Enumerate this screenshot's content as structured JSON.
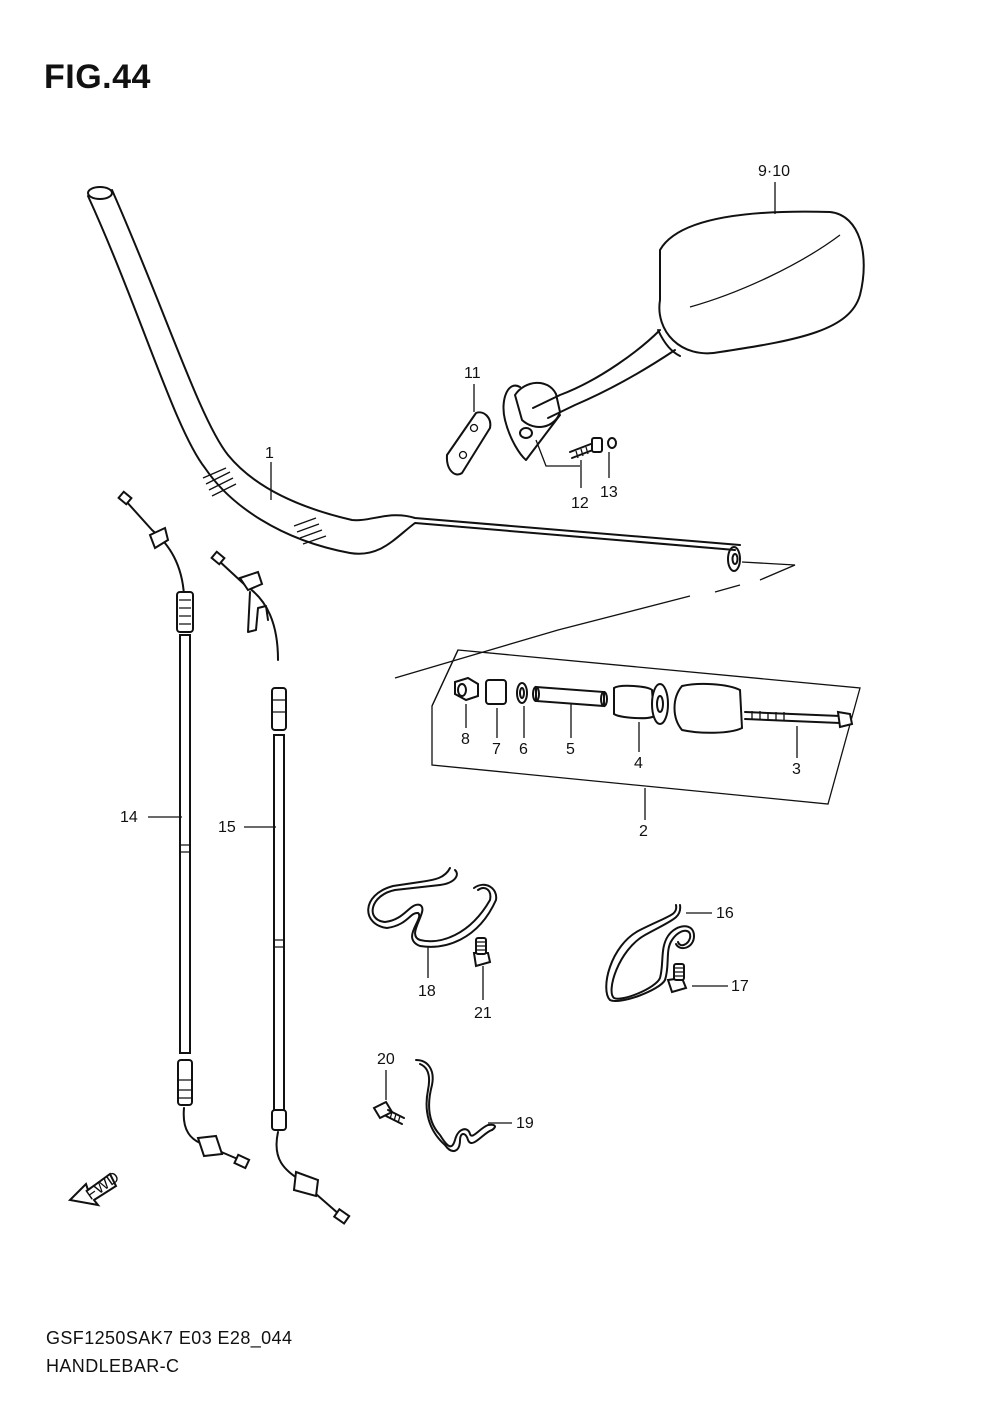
{
  "figure": {
    "title": "FIG.44"
  },
  "footer": {
    "model_code": "GSF1250SAK7 E03 E28_044",
    "section_name": "HANDLEBAR-C"
  },
  "direction_marker": {
    "label": "FWD",
    "icon": "forward-arrow-icon"
  },
  "parts": [
    {
      "id": "handlebar",
      "callout": "1"
    },
    {
      "id": "balancer-assembly",
      "callout": "2"
    },
    {
      "id": "balancer-screw",
      "callout": "3"
    },
    {
      "id": "balancer-weight",
      "callout": "4"
    },
    {
      "id": "balancer-spacer",
      "callout": "5"
    },
    {
      "id": "balancer-washer",
      "callout": "6"
    },
    {
      "id": "balancer-collar",
      "callout": "7"
    },
    {
      "id": "balancer-nut",
      "callout": "8"
    },
    {
      "id": "mirror",
      "callout": "9·10"
    },
    {
      "id": "mirror-plate",
      "callout": "11"
    },
    {
      "id": "mirror-bolt",
      "callout": "12"
    },
    {
      "id": "mirror-washer",
      "callout": "13"
    },
    {
      "id": "throttle-cable-1",
      "callout": "14"
    },
    {
      "id": "throttle-cable-2",
      "callout": "15"
    },
    {
      "id": "clamp-16",
      "callout": "16"
    },
    {
      "id": "bolt-17",
      "callout": "17"
    },
    {
      "id": "clamp-18",
      "callout": "18"
    },
    {
      "id": "clamp-19",
      "callout": "19"
    },
    {
      "id": "bolt-20",
      "callout": "20"
    },
    {
      "id": "bolt-21",
      "callout": "21"
    }
  ]
}
